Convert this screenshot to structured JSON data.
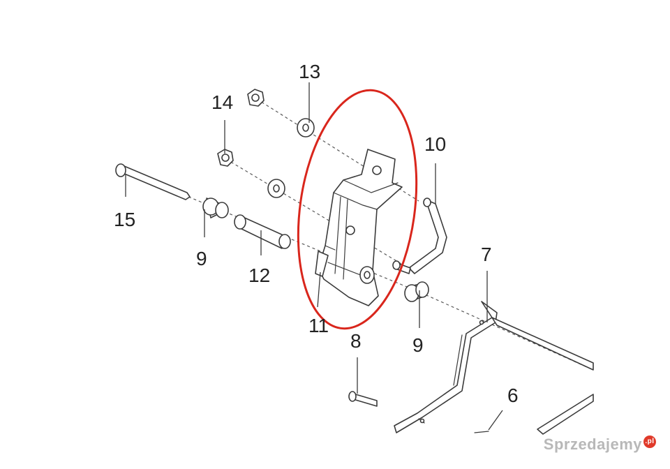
{
  "callouts": {
    "c6": "6",
    "c7": "7",
    "c8": "8",
    "c9a": "9",
    "c9b": "9",
    "c10": "10",
    "c11": "11",
    "c12": "12",
    "c13": "13",
    "c14": "14",
    "c15": "15"
  },
  "highlight": {
    "color": "#d9261c"
  },
  "watermark": {
    "text": "Sprzedajemy",
    "badge": ".pl",
    "badge_color": "#e03a2a"
  }
}
